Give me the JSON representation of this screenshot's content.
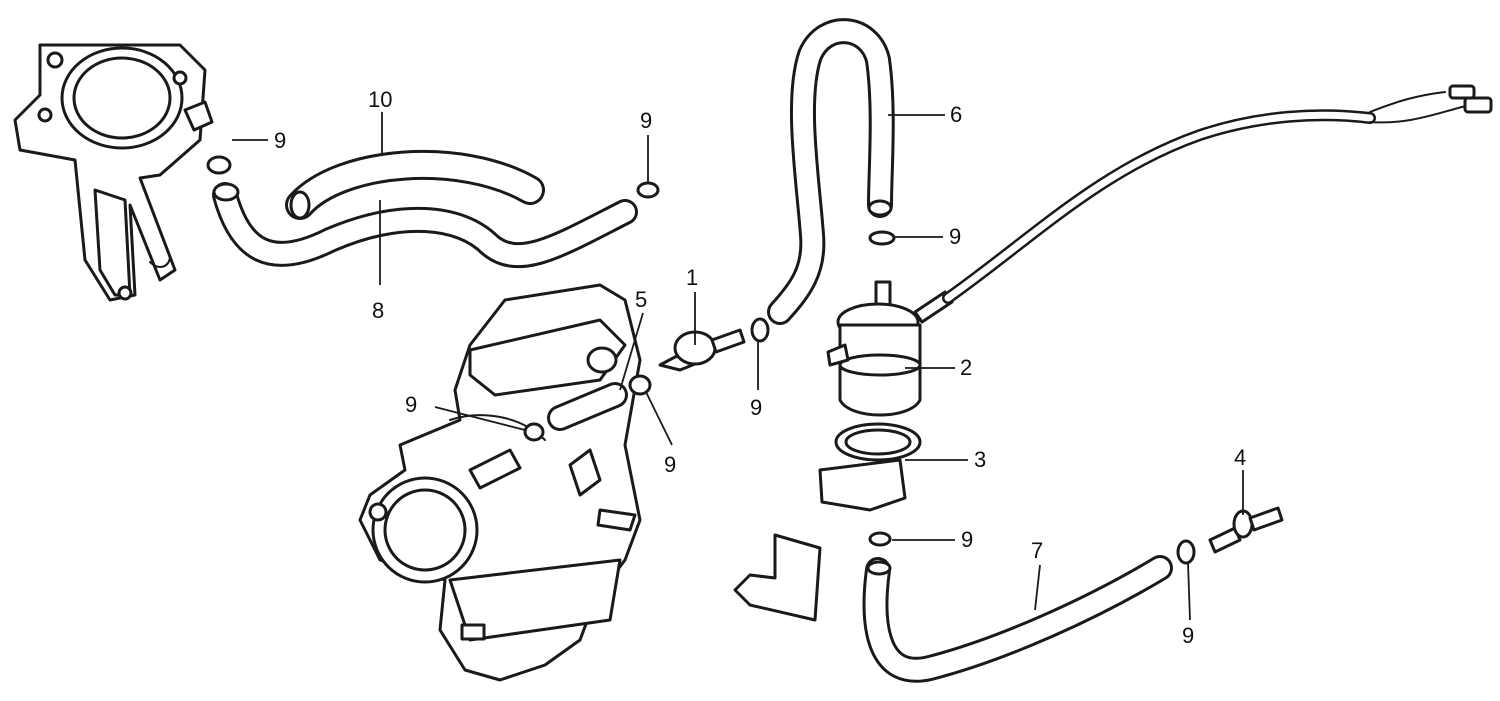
{
  "callouts": [
    {
      "id": "c1",
      "label": "1"
    },
    {
      "id": "c2",
      "label": "2"
    },
    {
      "id": "c3",
      "label": "3"
    },
    {
      "id": "c4",
      "label": "4"
    },
    {
      "id": "c5",
      "label": "5"
    },
    {
      "id": "c6",
      "label": "6"
    },
    {
      "id": "c7",
      "label": "7"
    },
    {
      "id": "c8",
      "label": "8"
    },
    {
      "id": "c9a",
      "label": "9"
    },
    {
      "id": "c9b",
      "label": "9"
    },
    {
      "id": "c9c",
      "label": "9"
    },
    {
      "id": "c9d",
      "label": "9"
    },
    {
      "id": "c9e",
      "label": "9"
    },
    {
      "id": "c9f",
      "label": "9"
    },
    {
      "id": "c9g",
      "label": "9"
    },
    {
      "id": "c9h",
      "label": "9"
    },
    {
      "id": "c10",
      "label": "10"
    }
  ],
  "colors": {
    "ink": "#1a1a1a",
    "paper": "#ffffff"
  }
}
